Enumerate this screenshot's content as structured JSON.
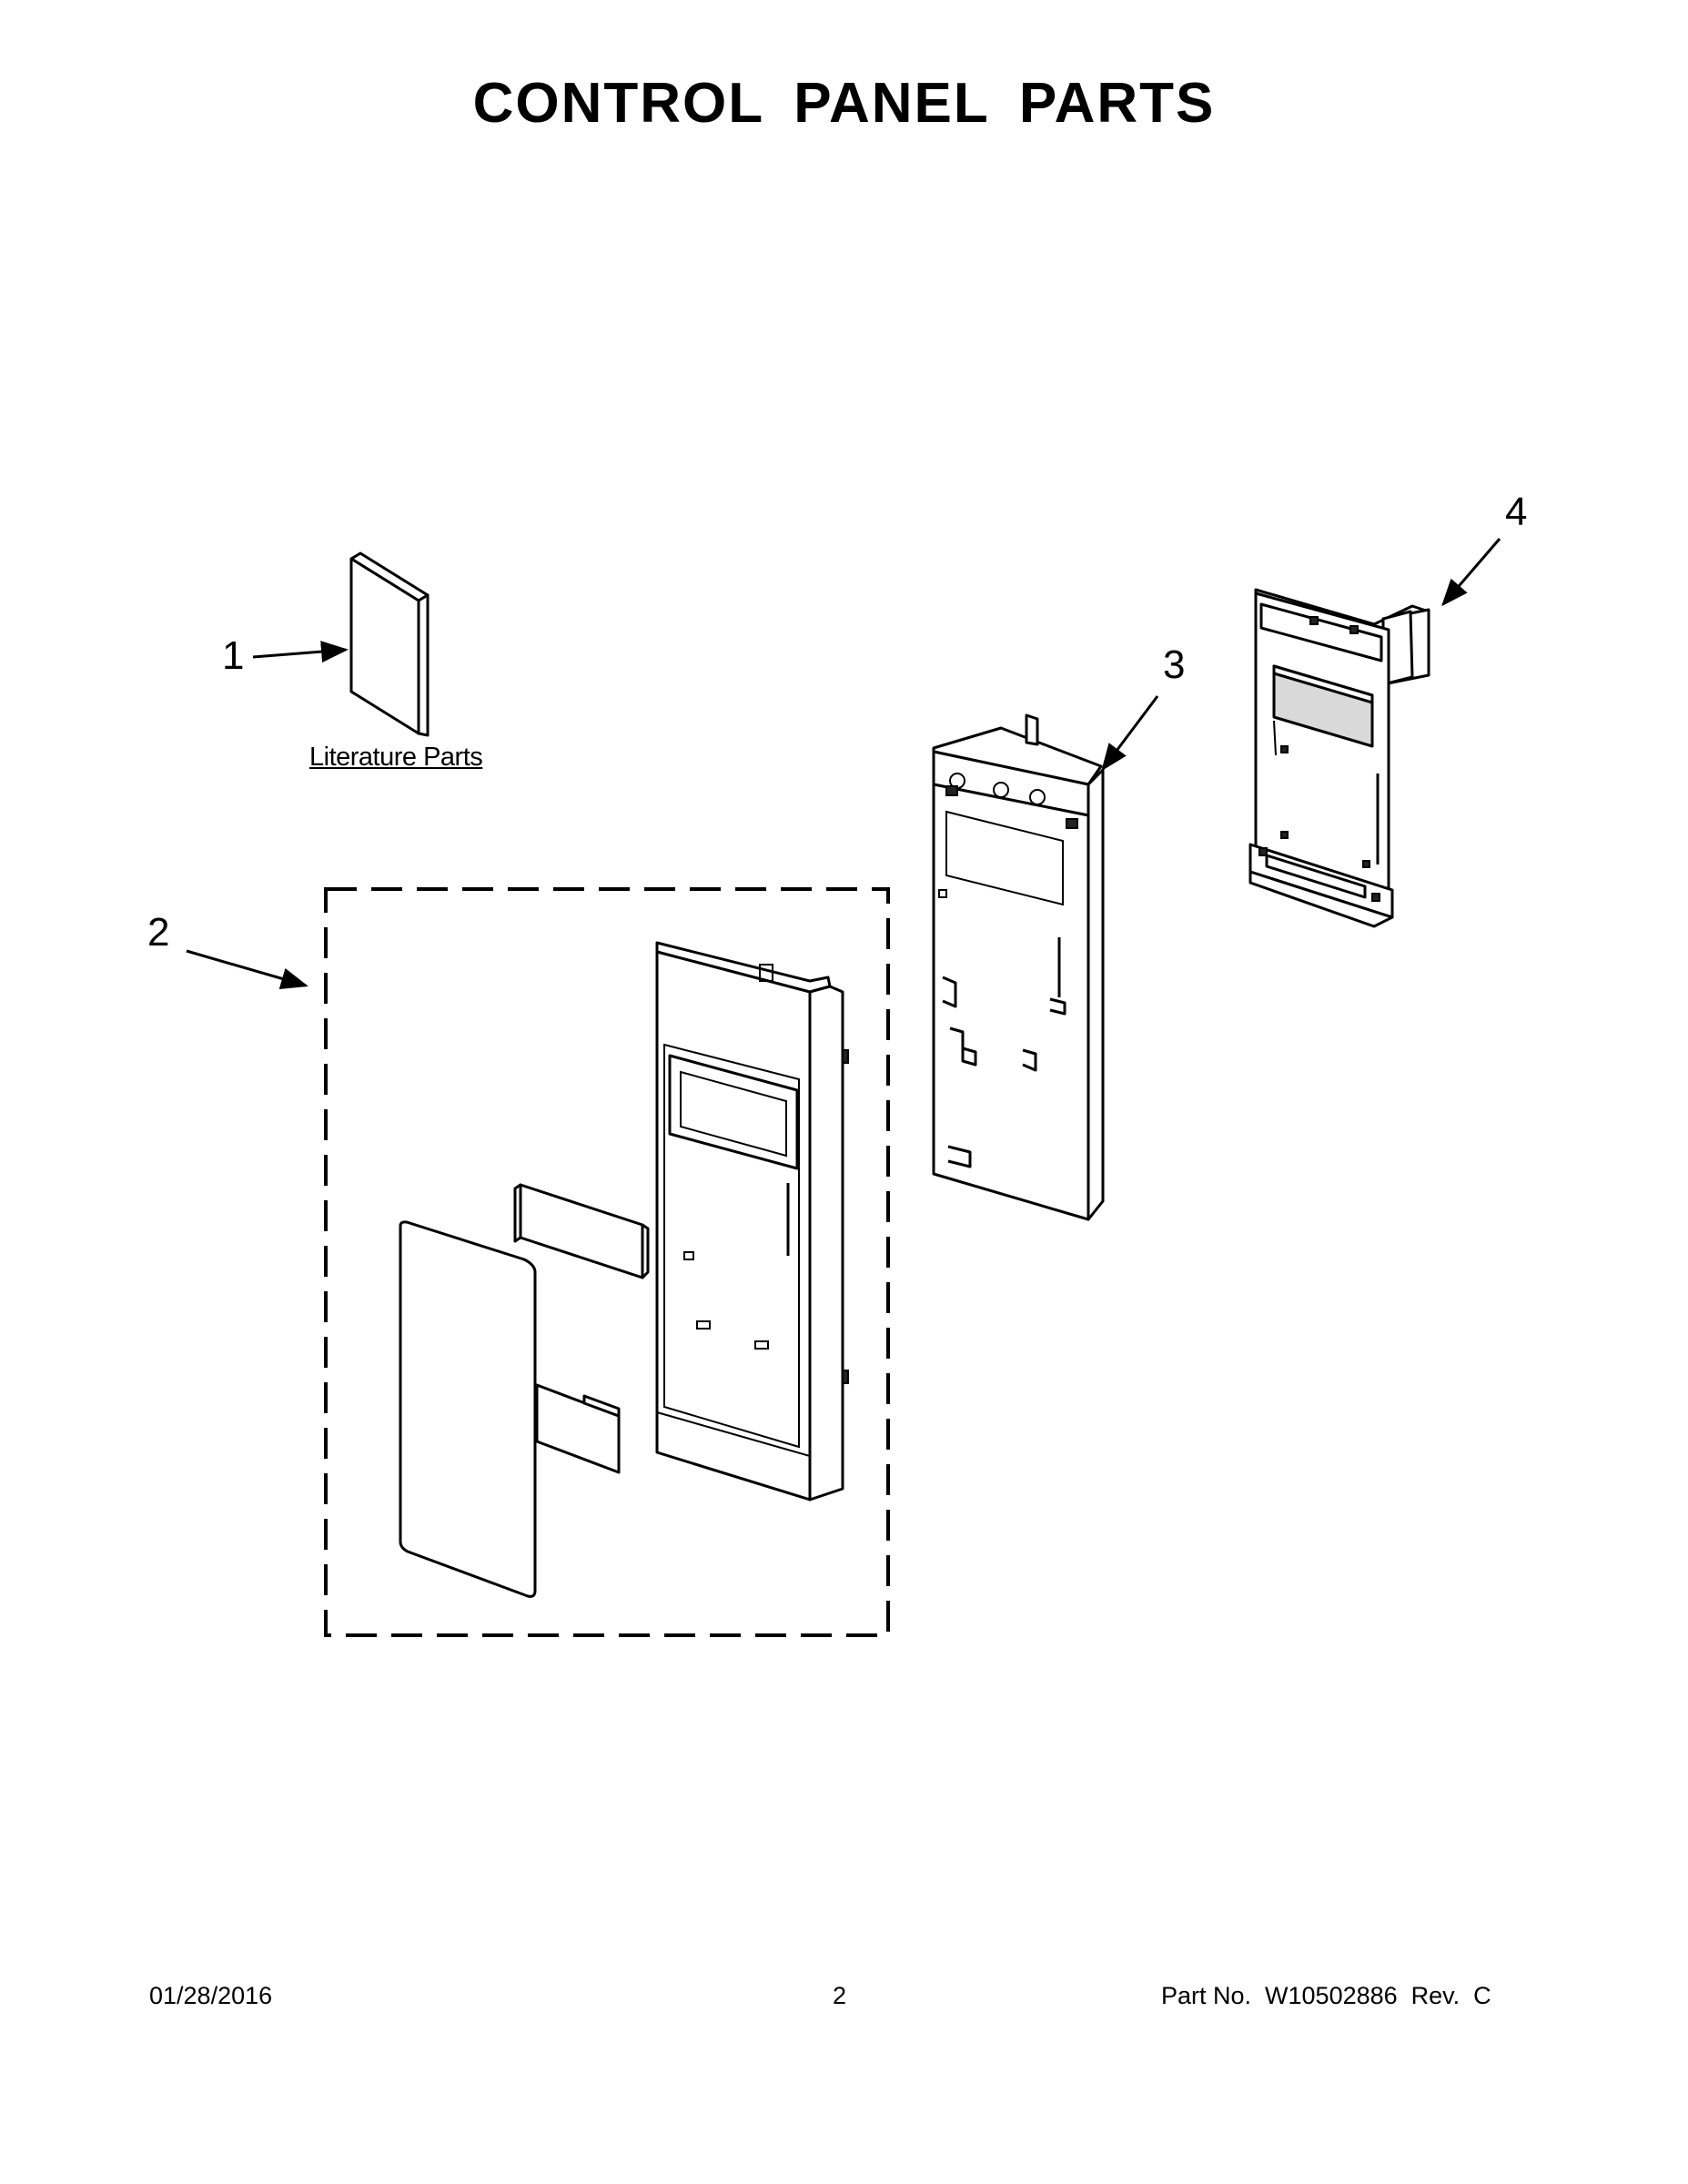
{
  "title": "CONTROL PANEL PARTS",
  "callouts": {
    "item1": "1",
    "item2": "2",
    "item3": "3",
    "item4": "4"
  },
  "literature_label": "Literature Parts",
  "footer": {
    "date": "01/28/2016",
    "page_number": "2",
    "part_no": "Part No.  W10502886  Rev.  C"
  }
}
